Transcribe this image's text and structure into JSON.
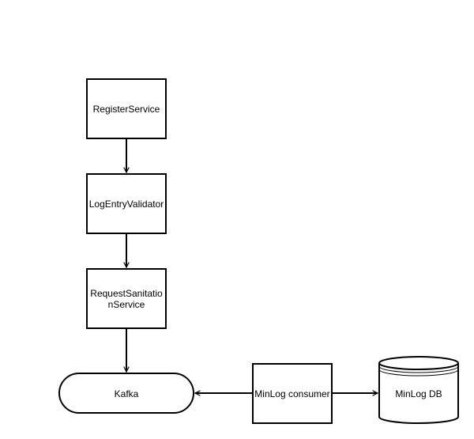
{
  "diagram": {
    "nodes": {
      "register_service": {
        "label": "RegisterService"
      },
      "log_entry_validator": {
        "label": "LogEntryValidator"
      },
      "request_sanitation_service": {
        "label_line1": "RequestSanitatio",
        "label_line2": "nService"
      },
      "kafka": {
        "label": "Kafka"
      },
      "minlog_consumer": {
        "label": "MinLog consumer"
      },
      "minlog_db": {
        "label": "MinLog DB"
      }
    },
    "edges": [
      {
        "from": "RegisterService",
        "to": "LogEntryValidator"
      },
      {
        "from": "LogEntryValidator",
        "to": "RequestSanitationService"
      },
      {
        "from": "RequestSanitationService",
        "to": "Kafka"
      },
      {
        "from": "MinLog consumer",
        "to": "Kafka"
      },
      {
        "from": "MinLog consumer",
        "to": "MinLog DB"
      }
    ],
    "colors": {
      "stroke": "#000000",
      "fill": "#ffffff",
      "text": "#000000"
    }
  }
}
